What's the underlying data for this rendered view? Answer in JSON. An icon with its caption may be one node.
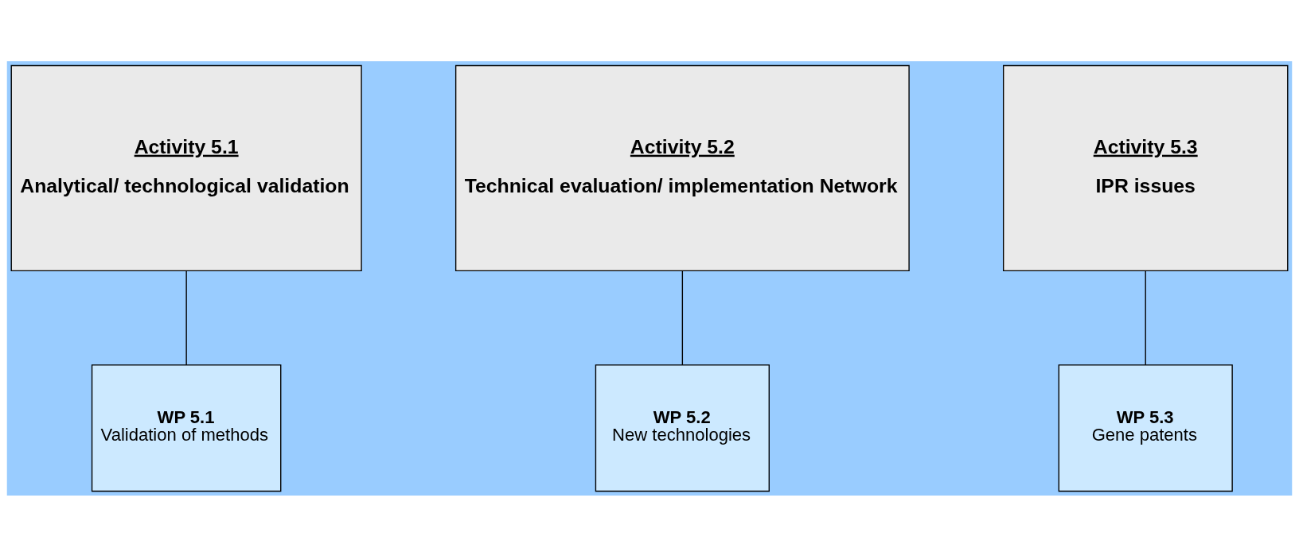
{
  "diagram": {
    "nodes": [
      {
        "text": [
          "Activity 5.1",
          "Analytical/ technological validation"
        ]
      },
      {
        "text": [
          "WP 5.1",
          "Validation of methods"
        ]
      },
      {
        "text": [
          "Activity 5.2",
          "Technical evaluation/ implementation Network"
        ]
      },
      {
        "text": [
          "WP 5.2",
          "New technologies"
        ]
      },
      {
        "text": [
          "Activity 5.3",
          "IPR issues"
        ]
      },
      {
        "text": [
          "WP 5.3",
          "Gene patents"
        ]
      }
    ],
    "edges": [
      {
        "from": 0,
        "to": 1,
        "arrow": "none"
      },
      {
        "from": 2,
        "to": 3,
        "arrow": "none"
      },
      {
        "from": 4,
        "to": 5,
        "arrow": "none"
      }
    ]
  }
}
